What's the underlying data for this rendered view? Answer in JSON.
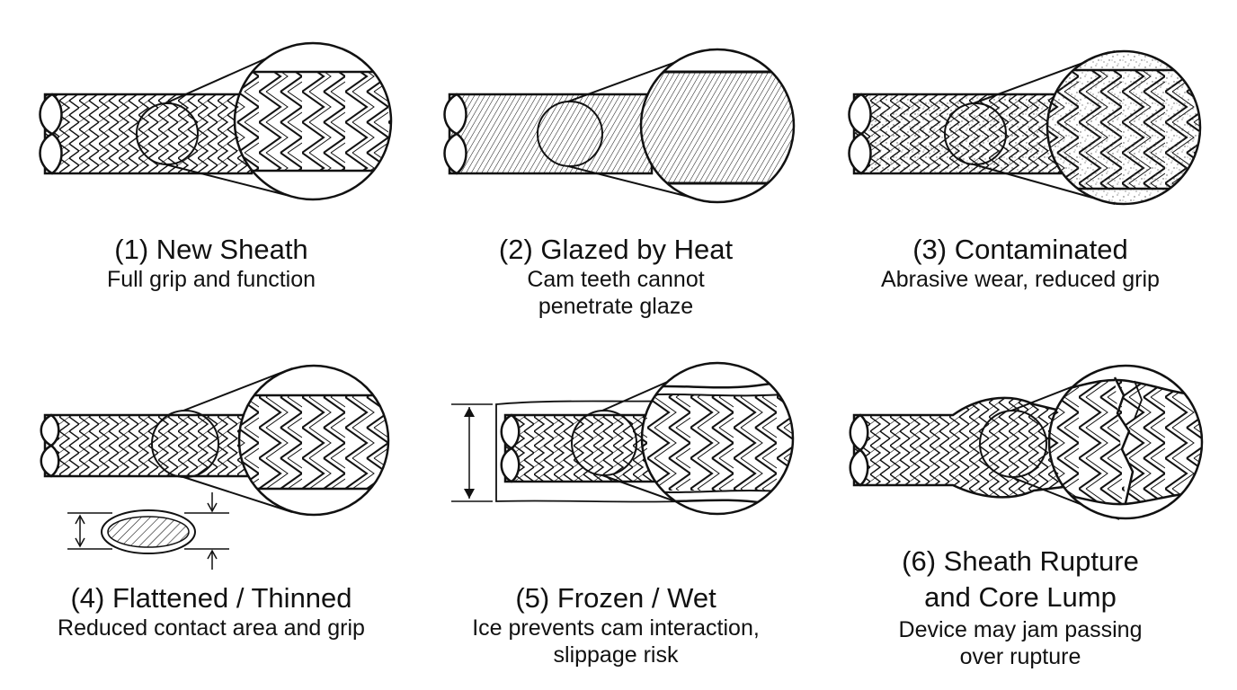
{
  "panels": [
    {
      "title": "(1) New Sheath",
      "desc": [
        "Full grip and function"
      ]
    },
    {
      "title": "(2) Glazed by Heat",
      "desc": [
        "Cam teeth cannot",
        "penetrate glaze"
      ]
    },
    {
      "title": "(3) Contaminated",
      "desc": [
        "Abrasive wear, reduced grip"
      ]
    },
    {
      "title": "(4) Flattened / Thinned",
      "desc": [
        "Reduced contact area and grip"
      ]
    },
    {
      "title": "(5) Frozen / Wet",
      "desc": [
        "Ice prevents cam interaction,",
        "slippage risk"
      ]
    },
    {
      "title_lines": [
        "(6) Sheath Rupture",
        "and Core Lump"
      ],
      "desc": [
        "Device may jam passing",
        "over rupture"
      ]
    }
  ],
  "colors": {
    "ink": "#111111",
    "background": "#ffffff",
    "speckle": "#555555"
  }
}
